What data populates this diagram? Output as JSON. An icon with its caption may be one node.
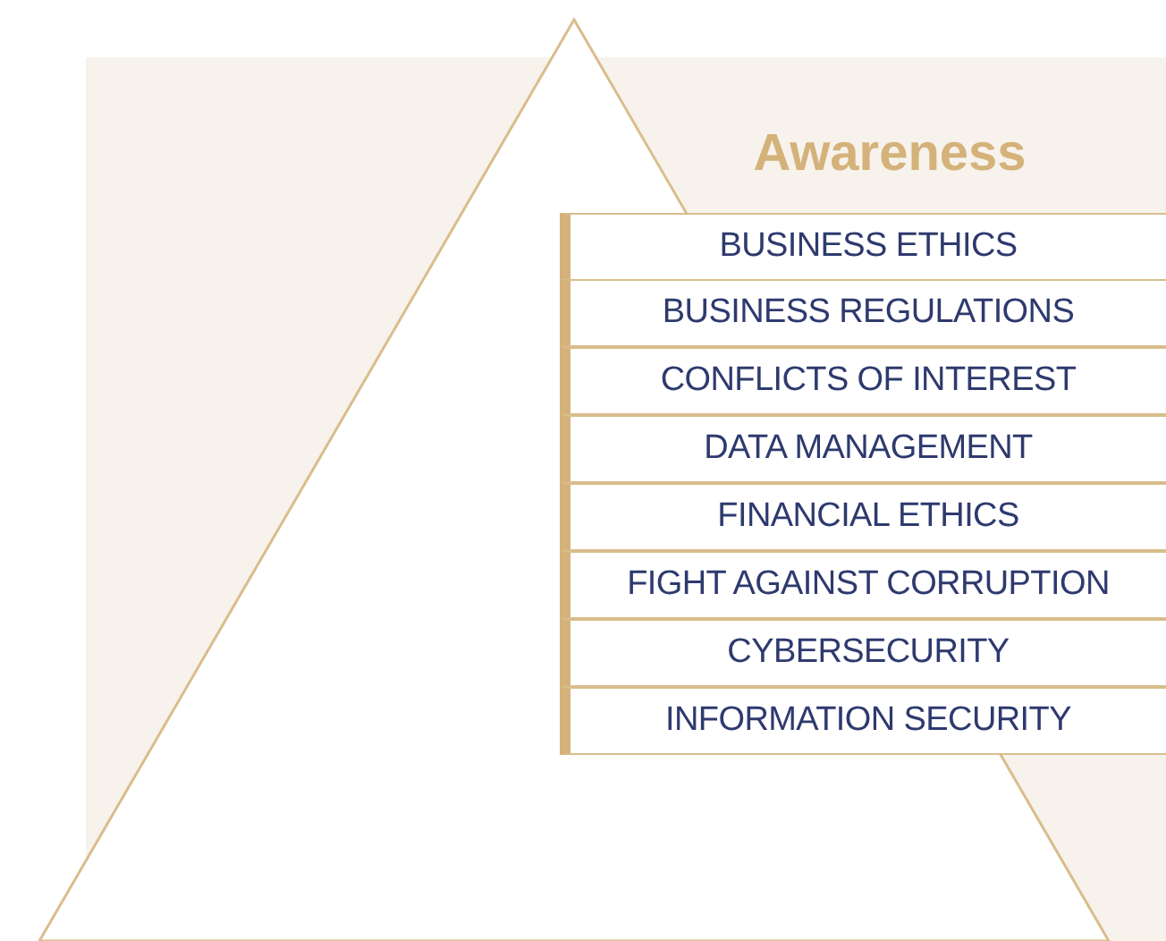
{
  "diagram": {
    "title": "Awareness",
    "nodes": [
      {
        "text": [
          "BUSINESS ETHICS"
        ]
      },
      {
        "text": [
          "BUSINESS REGULATIONS"
        ]
      },
      {
        "text": [
          "CONFLICTS OF INTEREST"
        ]
      },
      {
        "text": [
          "DATA MANAGEMENT"
        ]
      },
      {
        "text": [
          "FINANCIAL ETHICS"
        ]
      },
      {
        "text": [
          "FIGHT AGAINST CORRUPTION"
        ]
      },
      {
        "text": [
          "CYBERSECURITY"
        ]
      },
      {
        "text": [
          "INFORMATION SECURITY"
        ]
      }
    ]
  }
}
